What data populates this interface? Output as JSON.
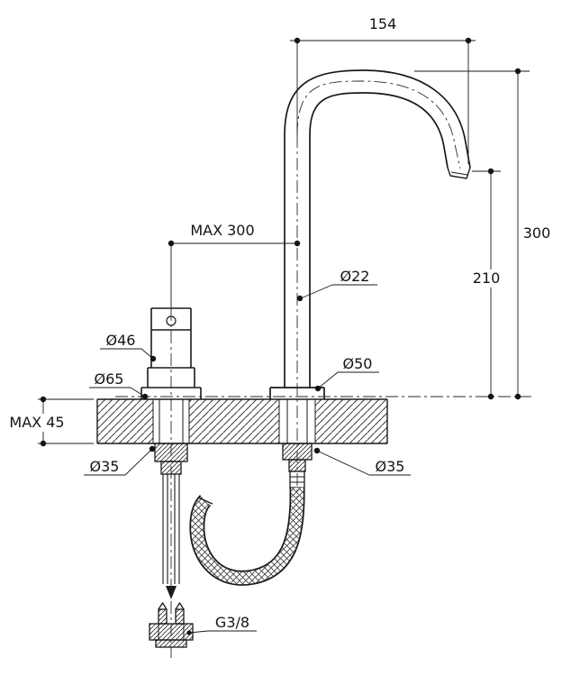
{
  "drawing": {
    "type": "technical-dimension-drawing",
    "subject": "deck-mounted faucet with gooseneck spout and separate handle, side section view",
    "labels": {
      "dim_154": "154",
      "dim_300": "300",
      "dim_210": "210",
      "max_300": "MAX 300",
      "dia_22": "Ø22",
      "dia_46": "Ø46",
      "dia_65": "Ø65",
      "dia_50": "Ø50",
      "max_45": "MAX 45",
      "dia_35_left": "Ø35",
      "dia_35_right": "Ø35",
      "thread_g38": "G3/8"
    },
    "colors": {
      "line": "#1a1a1a",
      "thin_line": "#2a2a2a",
      "background": "#ffffff"
    }
  }
}
